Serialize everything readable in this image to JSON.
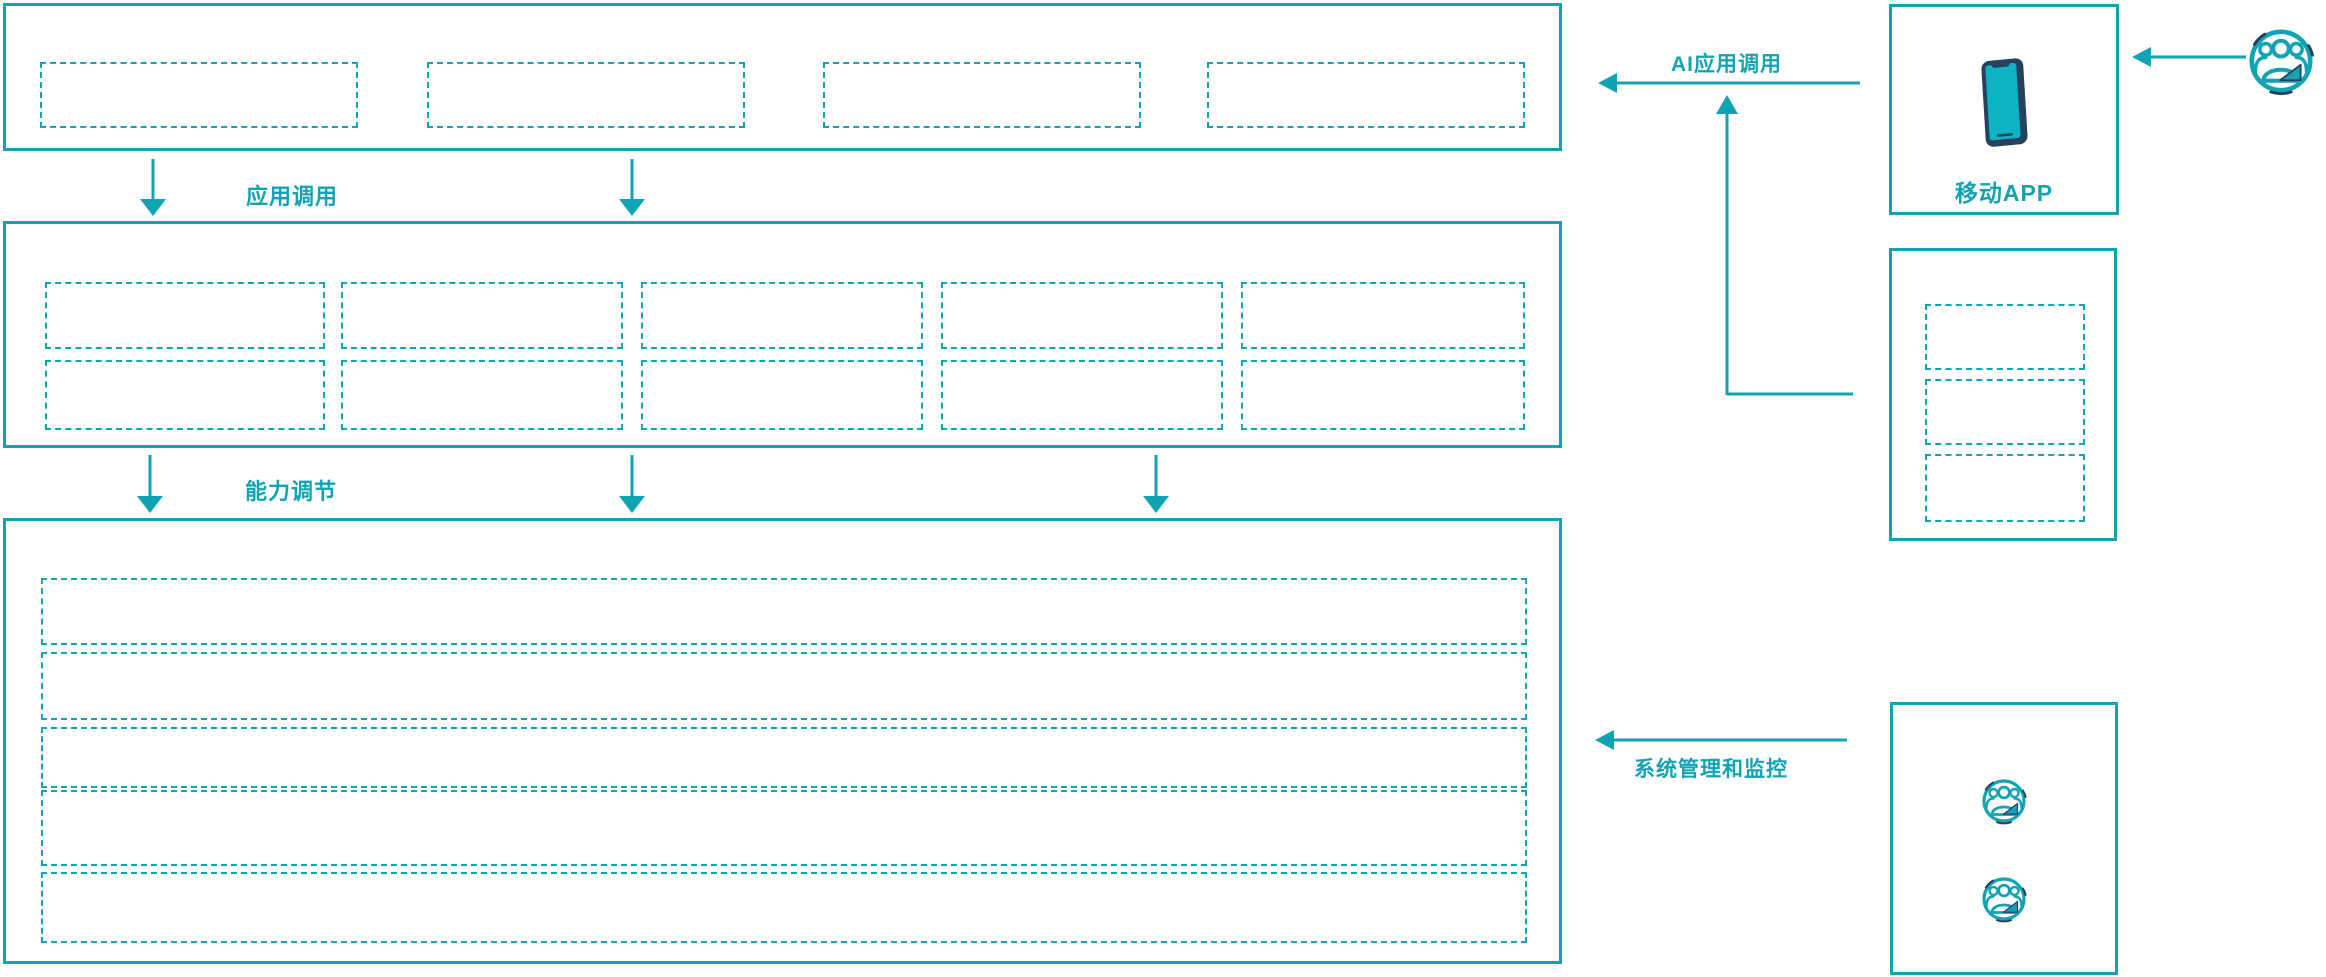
{
  "diagram": {
    "labels": {
      "app_call": "应用调用",
      "capability_adjust": "能力调节",
      "ai_app_call": "AI应用调用",
      "system_monitor": "系统管理和监控",
      "mobile_app": "移动APP"
    },
    "colors": {
      "teal": "#10a3b4",
      "navy": "#24425e",
      "phone_screen": "#0db2c4"
    },
    "structure": {
      "top_layer_slots": 4,
      "middle_layer_rows": 2,
      "middle_layer_columns": 5,
      "bottom_layer_rows": 5,
      "gateway_slots": 3,
      "admin_user_icons": 2
    },
    "icons": {
      "phone": "smartphone-icon",
      "users": "users-group-icon"
    }
  }
}
